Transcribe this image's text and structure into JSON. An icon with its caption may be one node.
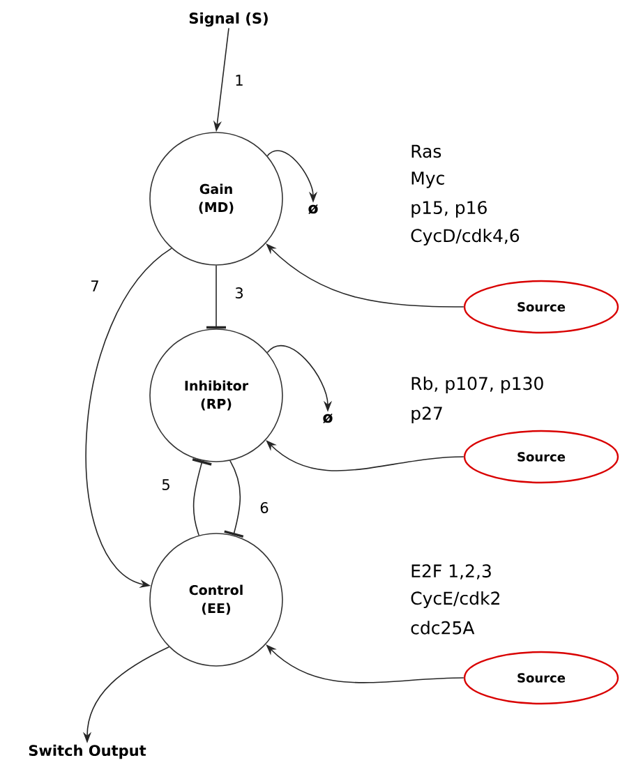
{
  "diagram": {
    "nodes": [
      {
        "text": [
          "Signal (S)"
        ]
      },
      {
        "text": [
          "Gain (MD)"
        ]
      },
      {
        "text": [
          "ø"
        ]
      },
      {
        "text": [
          "Inhibitor (RP)"
        ]
      },
      {
        "text": [
          "ø"
        ]
      },
      {
        "text": [
          "Control (EE)"
        ]
      },
      {
        "text": [
          "Switch Output"
        ]
      },
      {
        "text": [
          "Source"
        ]
      },
      {
        "text": [
          "Source"
        ]
      },
      {
        "text": [
          "Source"
        ]
      }
    ],
    "edges": [
      {
        "from": 0,
        "to": 1,
        "arrow": "to",
        "label": "1"
      },
      {
        "from": 1,
        "to": 2,
        "arrow": "to"
      },
      {
        "from": 1,
        "to": 3,
        "arrow": "other",
        "label": "3"
      },
      {
        "from": 3,
        "to": 4,
        "arrow": "to"
      },
      {
        "from": 5,
        "to": 3,
        "arrow": "other",
        "label": "5"
      },
      {
        "from": 3,
        "to": 5,
        "arrow": "other",
        "label": "6"
      },
      {
        "from": 1,
        "to": 5,
        "arrow": "to",
        "label": "7"
      },
      {
        "from": 5,
        "to": 6,
        "arrow": "to"
      },
      {
        "from": 7,
        "to": 1,
        "arrow": "to"
      },
      {
        "from": 8,
        "to": 3,
        "arrow": "to"
      },
      {
        "from": 9,
        "to": 5,
        "arrow": "to"
      }
    ],
    "labels": [
      "Ras",
      "Myc",
      "p15, p16",
      "CycD/cdk4,6",
      "Rb, p107, p130",
      "p27",
      "E2F 1,2,3",
      "CycE/cdk2",
      "cdc25A"
    ]
  }
}
